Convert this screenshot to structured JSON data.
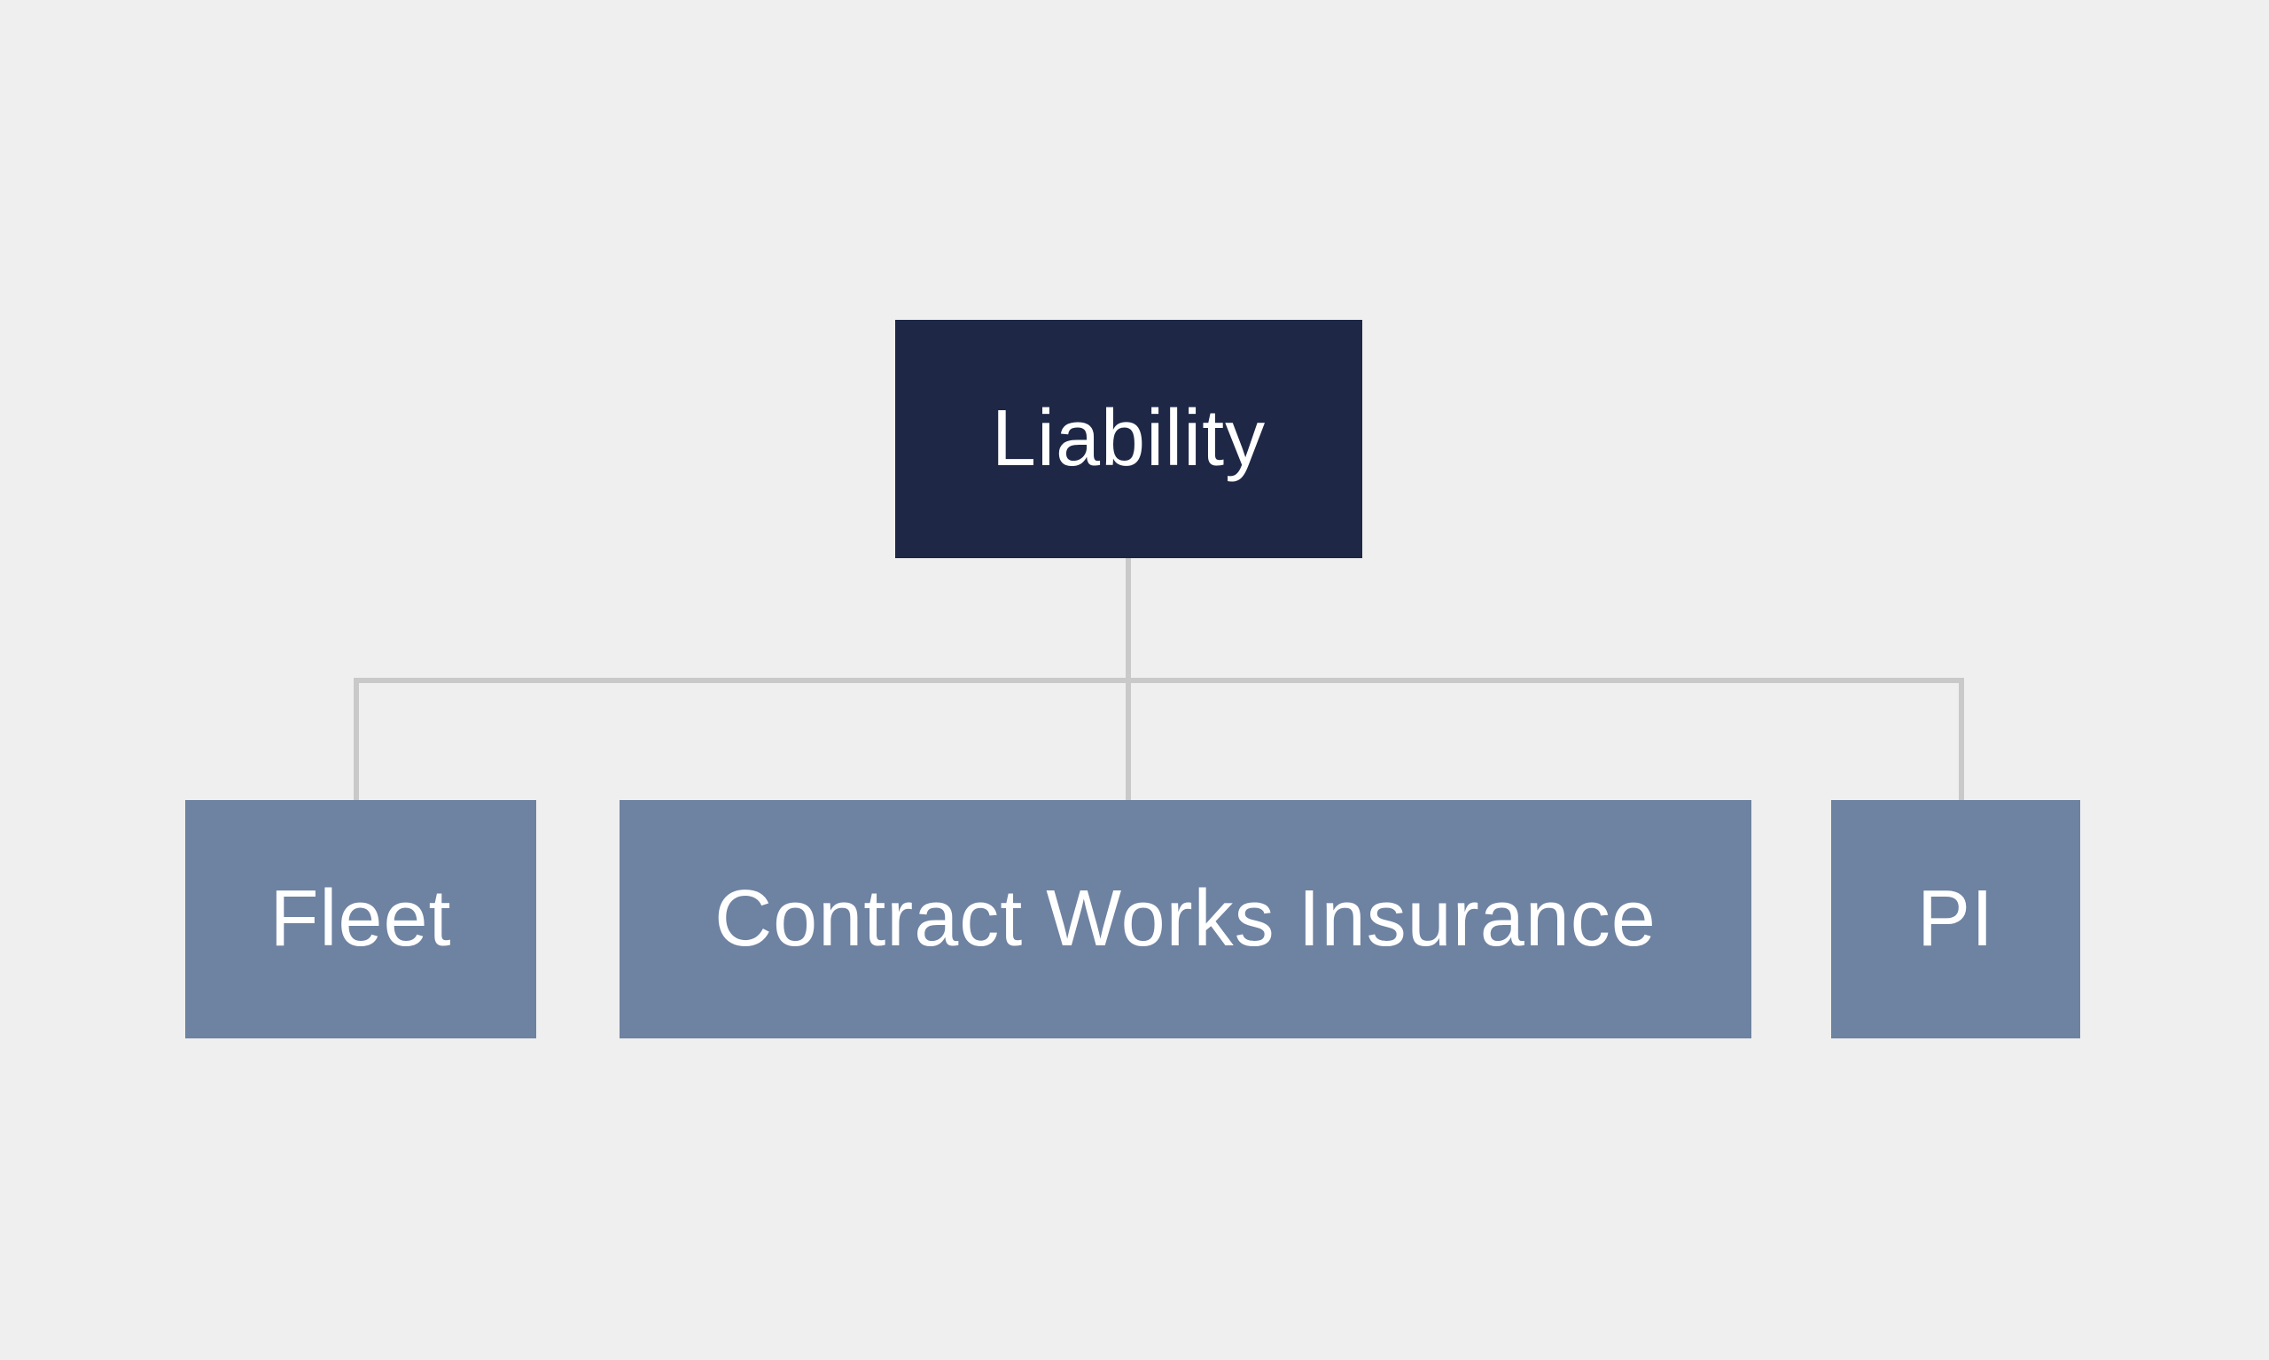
{
  "diagram": {
    "type": "org-chart",
    "background_color": "#efefef",
    "connector_color": "#c9c9c9",
    "root": {
      "label": "Liability",
      "fill_color": "#1e2846",
      "text_color": "#ffffff"
    },
    "children": [
      {
        "label": "Fleet",
        "fill_color": "#6e82a1",
        "text_color": "#ffffff"
      },
      {
        "label": "Contract Works Insurance",
        "fill_color": "#6e82a1",
        "text_color": "#ffffff"
      },
      {
        "label": "PI",
        "fill_color": "#6e82a1",
        "text_color": "#ffffff"
      }
    ]
  }
}
